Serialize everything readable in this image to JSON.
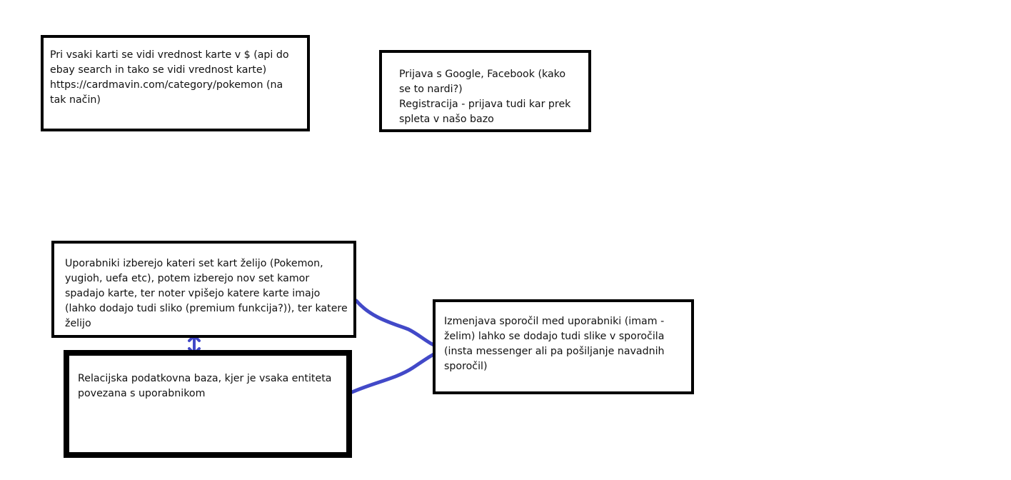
{
  "canvas": {
    "background": "#ffffff",
    "border_color": "#000000",
    "connector_color": "#4249c8"
  },
  "notes": [
    {
      "id": "card-value",
      "text": "Pri vsaki karti se vidi vrednost karte v $ (api do\nebay search in tako se vidi vrednost karte)\nhttps://cardmavin.com/category/pokemon (na\ntak način)"
    },
    {
      "id": "login",
      "text": "Prijava s Google, Facebook (kako\nse to nardi?)\nRegistracija - prijava tudi kar prek\nspleta v našo bazo"
    },
    {
      "id": "card-sets",
      "text": "Uporabniki izberejo kateri set kart želijo (Pokemon,\nyugioh, uefa etc), potem izberejo nov set kamor\nspadajo karte, ter noter vpišejo katere karte imajo\n(lahko dodajo tudi sliko (premium funkcija?)), ter katere\nželijo"
    },
    {
      "id": "database",
      "text": "Relacijska podatkovna baza, kjer je vsaka entiteta\npovezana s uporabnikom"
    },
    {
      "id": "messaging",
      "text": "Izmenjava sporočil med uporabniki (imam -\nželim) lahko se dodajo tudi slike v sporočila\n(insta messenger ali pa pošiljanje navadnih\nsporočil)"
    }
  ],
  "connectors": [
    {
      "from": "card-sets",
      "to": "database",
      "style": "double-arrow"
    },
    {
      "from": "card-sets",
      "to": "messaging",
      "style": "curve"
    },
    {
      "from": "database",
      "to": "messaging",
      "style": "curve"
    }
  ]
}
